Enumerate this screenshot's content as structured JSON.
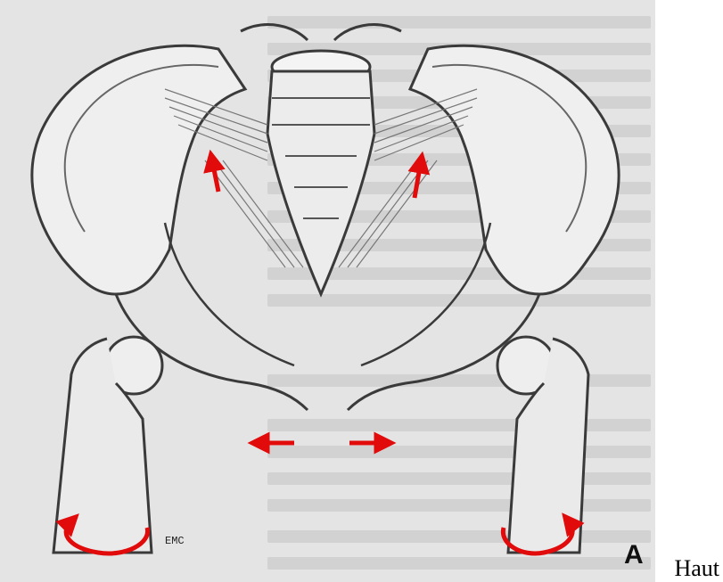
{
  "figure": {
    "label_emc": "EMC",
    "panel_letter": "A"
  },
  "caption": {
    "text": "Haut"
  },
  "colors": {
    "background": "#e4e4e4",
    "bone_fill": "#efefef",
    "bone_stroke": "#3a3a3a",
    "arrow_red": "#e10b0b"
  },
  "icons": [
    "pelvis-illustration",
    "up-arrow-icon",
    "left-arrow-icon",
    "right-arrow-icon",
    "rotation-arrow-icon"
  ]
}
